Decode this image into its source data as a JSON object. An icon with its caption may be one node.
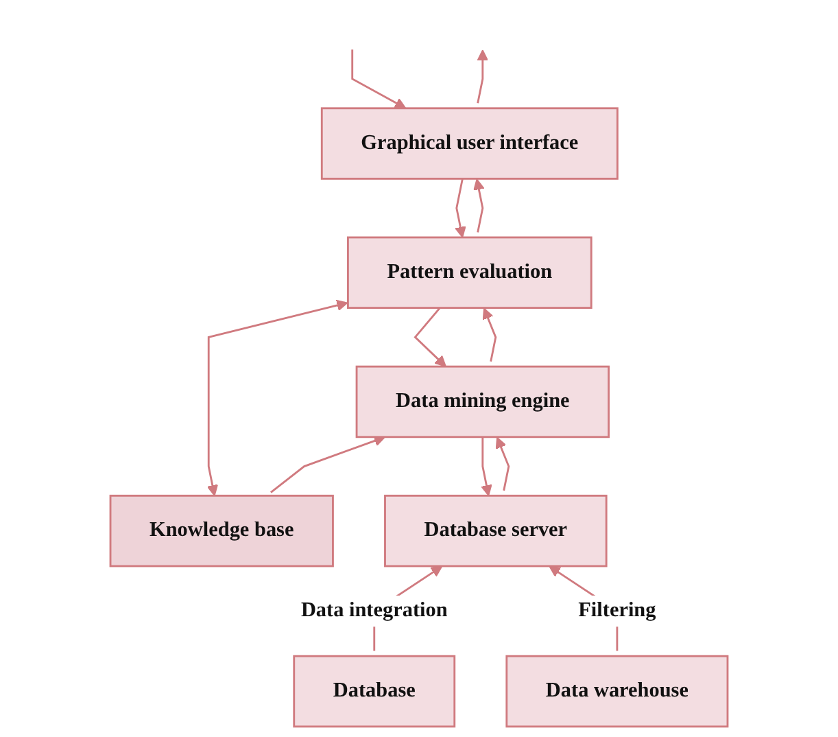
{
  "diagram": {
    "nodes": [
      {
        "text": [
          "Graphical user interface"
        ]
      },
      {
        "text": [
          "Pattern evaluation"
        ]
      },
      {
        "text": [
          "Data mining engine"
        ]
      },
      {
        "text": [
          "Knowledge base"
        ]
      },
      {
        "text": [
          "Database server"
        ]
      },
      {
        "text": [
          "Database"
        ]
      },
      {
        "text": [
          "Data warehouse"
        ]
      }
    ],
    "edges": [
      {
        "from": null,
        "to": 0,
        "arrow": "to"
      },
      {
        "from": 0,
        "to": null,
        "arrow": "to"
      },
      {
        "from": 0,
        "to": 1,
        "arrow": "to"
      },
      {
        "from": 1,
        "to": 0,
        "arrow": "to"
      },
      {
        "from": 1,
        "to": 3,
        "arrow": "both"
      },
      {
        "from": 1,
        "to": 2,
        "arrow": "to"
      },
      {
        "from": 2,
        "to": 1,
        "arrow": "to"
      },
      {
        "from": 3,
        "to": 2,
        "arrow": "to"
      },
      {
        "from": 2,
        "to": 4,
        "arrow": "to"
      },
      {
        "from": 4,
        "to": 2,
        "arrow": "to"
      },
      {
        "from": 5,
        "to": 4,
        "arrow": "to",
        "label": "Data integration"
      },
      {
        "from": 6,
        "to": 4,
        "arrow": "to",
        "label": "Filtering"
      }
    ]
  }
}
